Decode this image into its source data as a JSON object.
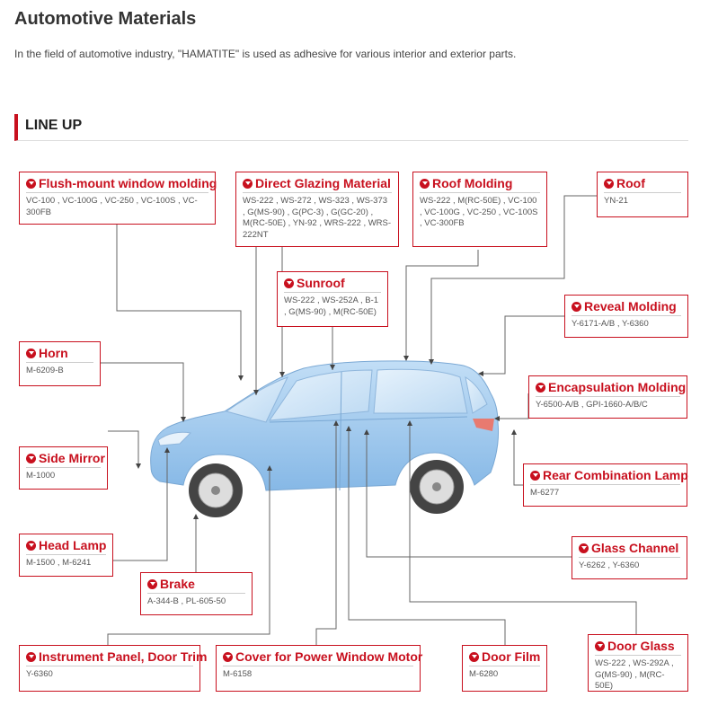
{
  "page": {
    "title": "Automotive Materials",
    "intro": "In the field of automotive industry, \"HAMATITE\" is used as adhesive for various interior and exterior parts.",
    "section_title": "LINE UP"
  },
  "colors": {
    "accent": "#c8101e",
    "car_body": "#9cc8ee",
    "line": "#666666"
  },
  "callouts": {
    "flush_mount": {
      "name": "Flush-mount window molding",
      "codes": "VC-100 , VC-100G , VC-250 , VC-100S , VC-300FB"
    },
    "direct_glazing": {
      "name": "Direct Glazing Material",
      "codes": "WS-222 , WS-272 , WS-323 , WS-373 , G(MS-90) , G(PC-3) , G(GC-20) , M(RC-50E) , YN-92 , WRS-222 , WRS-222NT"
    },
    "roof_molding": {
      "name": "Roof Molding",
      "codes": "WS-222 , M(RC-50E) , VC-100 , VC-100G , VC-250 , VC-100S , VC-300FB"
    },
    "roof": {
      "name": "Roof",
      "codes": "YN-21"
    },
    "sunroof": {
      "name": "Sunroof",
      "codes": "WS-222 , WS-252A , B-1 , G(MS-90) , M(RC-50E)"
    },
    "reveal_molding": {
      "name": "Reveal Molding",
      "codes": "Y-6171-A/B , Y-6360"
    },
    "horn": {
      "name": "Horn",
      "codes": "M-6209-B"
    },
    "encapsulation": {
      "name": "Encapsulation Molding",
      "codes": "Y-6500-A/B , GPI-1660-A/B/C"
    },
    "side_mirror": {
      "name": "Side Mirror",
      "codes": "M-1000"
    },
    "rear_lamp": {
      "name": "Rear Combination Lamp",
      "codes": "M-6277"
    },
    "head_lamp": {
      "name": "Head Lamp",
      "codes": "M-1500 , M-6241"
    },
    "glass_channel": {
      "name": "Glass Channel",
      "codes": "Y-6262 , Y-6360"
    },
    "brake": {
      "name": "Brake",
      "codes": "A-344-B , PL-605-50"
    },
    "instrument_panel": {
      "name": "Instrument Panel, Door Trim",
      "codes": "Y-6360"
    },
    "power_window": {
      "name": "Cover for Power Window Motor",
      "codes": "M-6158"
    },
    "door_film": {
      "name": "Door Film",
      "codes": "M-6280"
    },
    "door_glass": {
      "name": "Door Glass",
      "codes": "WS-222 , WS-292A , G(MS-90) , M(RC-50E)"
    }
  }
}
